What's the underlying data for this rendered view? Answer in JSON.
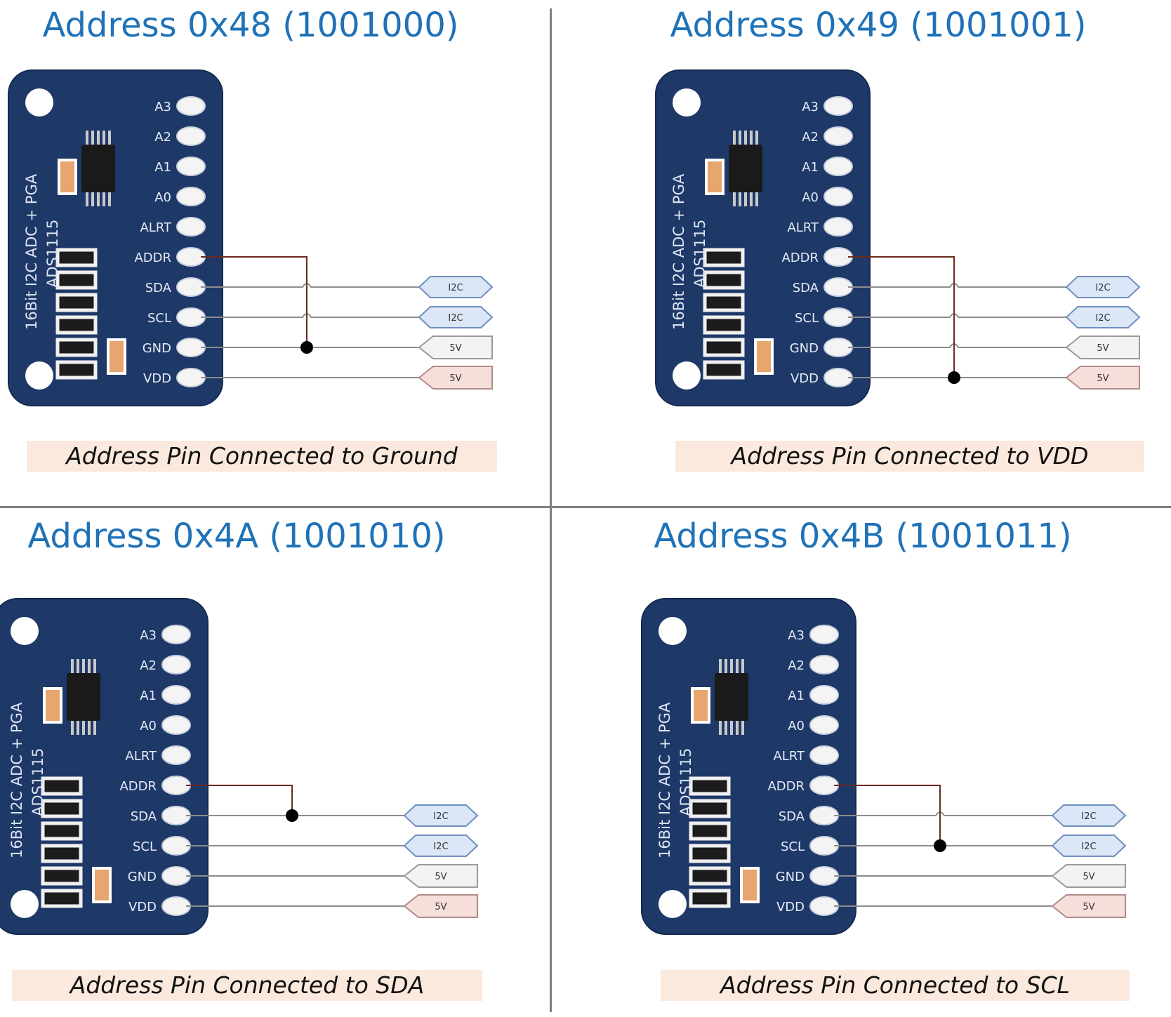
{
  "quadrants": [
    {
      "title": "Address 0x48 (1001000)",
      "caption": "Address Pin Connected to Ground",
      "addr_target": "GND"
    },
    {
      "title": "Address 0x49 (1001001)",
      "caption": "Address Pin Connected to VDD",
      "addr_target": "VDD"
    },
    {
      "title": "Address 0x4A (1001010)",
      "caption": "Address Pin Connected to SDA",
      "addr_target": "SDA"
    },
    {
      "title": "Address 0x4B (1001011)",
      "caption": "Address Pin Connected to SCL",
      "addr_target": "SCL"
    }
  ],
  "board": {
    "name_line1": "16Bit I2C ADC + PGA",
    "name_line2": "ADS1115",
    "pins": [
      "A3",
      "A2",
      "A1",
      "A0",
      "ALRT",
      "ADDR",
      "SDA",
      "SCL",
      "GND",
      "VDD"
    ]
  },
  "tags": [
    {
      "pin": "SDA",
      "label": "I2C"
    },
    {
      "pin": "SCL",
      "label": "I2C"
    },
    {
      "pin": "GND",
      "label": "5V"
    },
    {
      "pin": "VDD",
      "label": "5V"
    }
  ],
  "colors": {
    "title": "#1f72b8",
    "board": "#1e3868",
    "caption_bg": "#fbe9dd",
    "addr_wire": "#6b2a1f",
    "i2c_tag": "#dbe6f6",
    "gnd_tag": "#f3f3f3",
    "vdd_tag": "#f6dedb"
  }
}
